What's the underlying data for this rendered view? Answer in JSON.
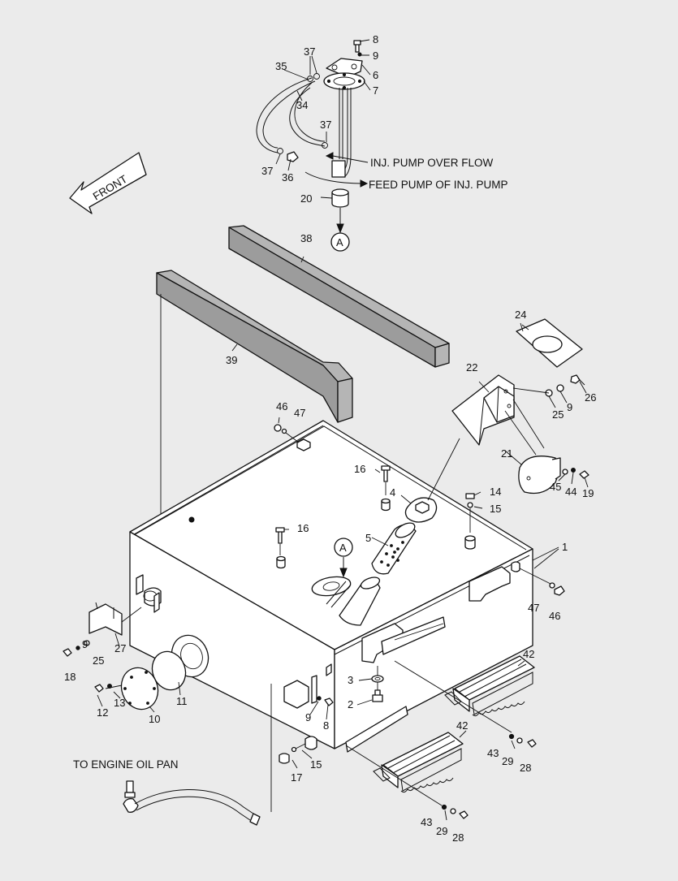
{
  "labels": {
    "inj_pump_over_flow": "INJ. PUMP OVER FLOW",
    "feed_pump": "FEED PUMP OF INJ. PUMP",
    "to_engine_oil_pan": "TO ENGINE OIL PAN",
    "front": "FRONT",
    "ref_a": "A"
  },
  "callouts": {
    "c8a": "8",
    "c9a": "9",
    "c6": "6",
    "c7": "7",
    "c37a": "37",
    "c35": "35",
    "c34": "34",
    "c37b": "37",
    "c37c": "37",
    "c36": "36",
    "c20": "20",
    "c38": "38",
    "c39": "39",
    "c24": "24",
    "c22": "22",
    "c9b": "9",
    "c26": "26",
    "c25a": "25",
    "c46a": "46",
    "c47a": "47",
    "c21": "21",
    "c45": "45",
    "c44": "44",
    "c19": "19",
    "c16a": "16",
    "c4": "4",
    "c14": "14",
    "c15a": "15",
    "c16b": "16",
    "c5": "5",
    "c1": "1",
    "c47b": "47",
    "c46b": "46",
    "c27": "27",
    "c9c": "9",
    "c25b": "25",
    "c18": "18",
    "c3": "3",
    "c2": "2",
    "c42a": "42",
    "c42b": "42",
    "c11": "11",
    "c13": "13",
    "c12": "12",
    "c10": "10",
    "c9d": "9",
    "c8b": "8",
    "c43a": "43",
    "c29a": "29",
    "c28a": "28",
    "c17": "17",
    "c15b": "15",
    "c43b": "43",
    "c29b": "29",
    "c28b": "28"
  }
}
